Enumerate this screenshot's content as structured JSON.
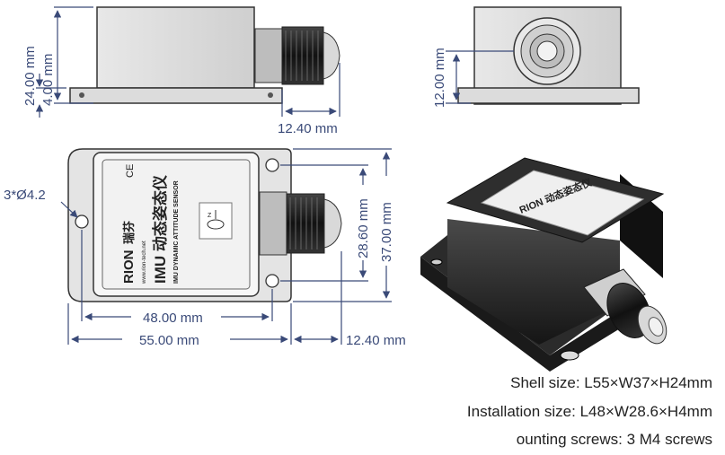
{
  "dimensions": {
    "side_height": "24.00 mm",
    "side_base": "4.00 mm",
    "side_gland": "12.40 mm",
    "front_height": "12.00 mm",
    "top_hole": "3*Ø4.2",
    "top_install_height": "28.60 mm",
    "top_height": "37.00 mm",
    "top_install_width": "48.00 mm",
    "top_width": "55.00 mm",
    "top_gland": "12.40 mm"
  },
  "label": {
    "brand": "RION",
    "brand_cn": "瑞芬",
    "website": "www.rion-tech.net",
    "product": "IMU 动态姿态仪",
    "product_en": "IMU DYNAMIC ATTITUDE SENSOR",
    "ce": "CE",
    "axis": "Z"
  },
  "specs": [
    "Shell size: L55×W37×H24mm",
    "Installation size: L48×W28.6×H4mm",
    "ounting screws: 3 M4 screws"
  ],
  "colors": {
    "dim_line": "#3a4a78",
    "body": "#2a2a2a",
    "label_bg": "#f4f4f4"
  }
}
